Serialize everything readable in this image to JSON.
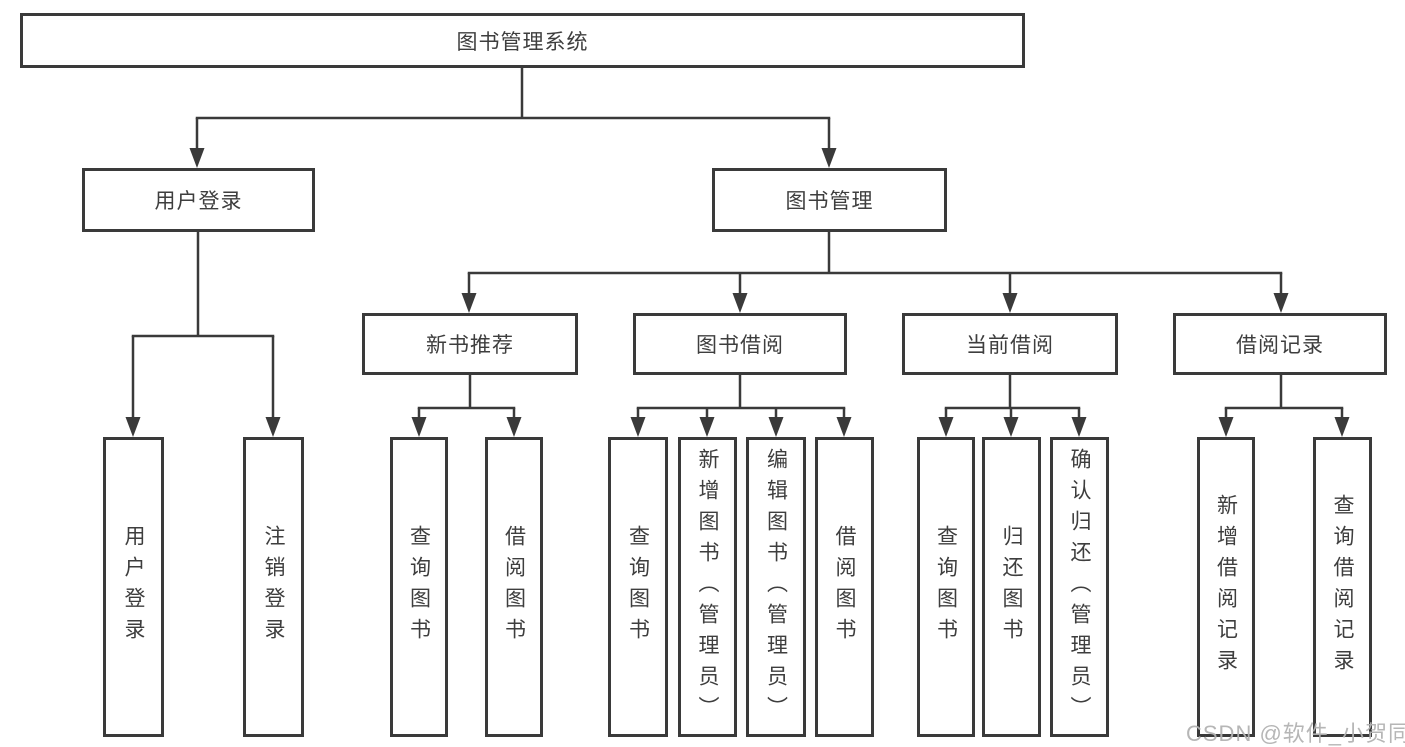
{
  "diagram": {
    "type": "tree",
    "direction": "top-down",
    "colors": {
      "background": "#ffffff",
      "line": "#3a3a3a",
      "box_border": "#3a3a3a",
      "box_fill": "#ffffff",
      "text": "#3e3e3e",
      "watermark": "#b2b2b2"
    }
  },
  "tree": {
    "label": "图书管理系统",
    "children": [
      {
        "label": "用户登录",
        "children": [
          {
            "label": "用户登录"
          },
          {
            "label": "注销登录"
          }
        ]
      },
      {
        "label": "图书管理",
        "children": [
          {
            "label": "新书推荐",
            "children": [
              {
                "label": "查询图书"
              },
              {
                "label": "借阅图书"
              }
            ]
          },
          {
            "label": "图书借阅",
            "children": [
              {
                "label": "查询图书"
              },
              {
                "label": "新增图书（管理员）"
              },
              {
                "label": "编辑图书（管理员）"
              },
              {
                "label": "借阅图书"
              }
            ]
          },
          {
            "label": "当前借阅",
            "children": [
              {
                "label": "查询图书"
              },
              {
                "label": "归还图书"
              },
              {
                "label": "确认归还（管理员）"
              }
            ]
          },
          {
            "label": "借阅记录",
            "children": [
              {
                "label": "新增借阅记录"
              },
              {
                "label": "查询借阅记录"
              }
            ]
          }
        ]
      }
    ]
  },
  "watermark": {
    "text": "CSDN @软件_小贺同学"
  }
}
